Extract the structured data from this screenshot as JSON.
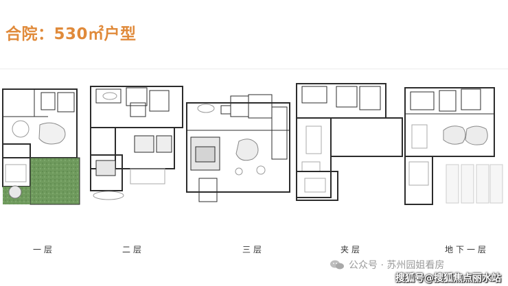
{
  "title": "合院：530㎡户型",
  "floors": [
    {
      "label": "一层"
    },
    {
      "label": "二层"
    },
    {
      "label": "三层"
    },
    {
      "label": "夹层"
    },
    {
      "label": "地下一层"
    }
  ],
  "watermark": {
    "line1": "公众号 · 苏州园姐看房",
    "line2": "搜狐号@搜狐焦点丽水站",
    "icon": "wechat-icon"
  },
  "colors": {
    "title": "#e08a3a",
    "lawn": "#6f9a5d",
    "wall": "#2b2b2b"
  }
}
